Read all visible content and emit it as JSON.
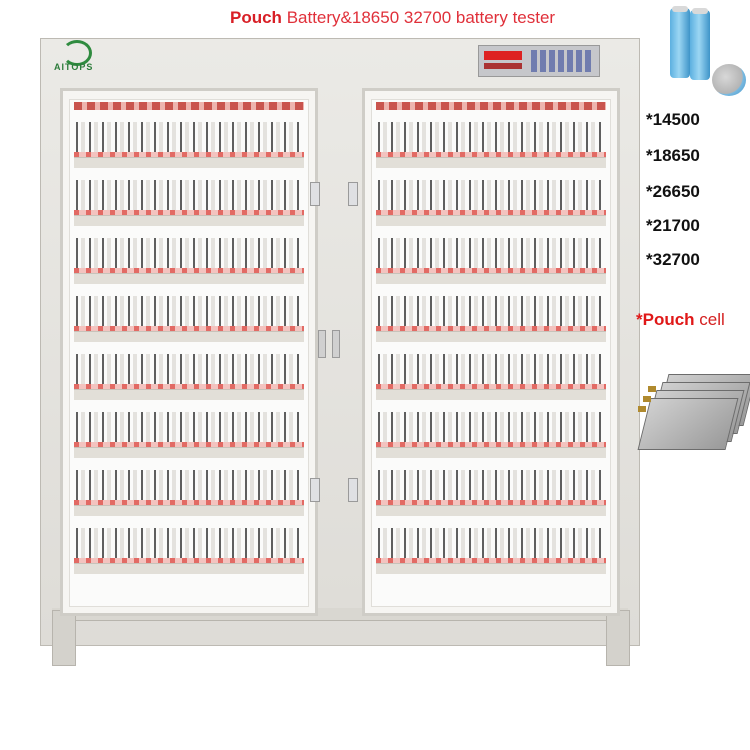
{
  "title": {
    "bold": "Pouch",
    "rest": "Battery&18650  32700 battery tester"
  },
  "logo": {
    "text": "AITOPS",
    "color": "#2f8b3f"
  },
  "models": [
    "*14500",
    "*18650",
    "*26650",
    "*21700",
    "*32700"
  ],
  "pouch_label": {
    "bold": "*Pouch",
    "rest": " cell"
  },
  "colors": {
    "title": "#d81f26",
    "cabinet": "#e6e4df",
    "battery": "#5cb0e0"
  }
}
